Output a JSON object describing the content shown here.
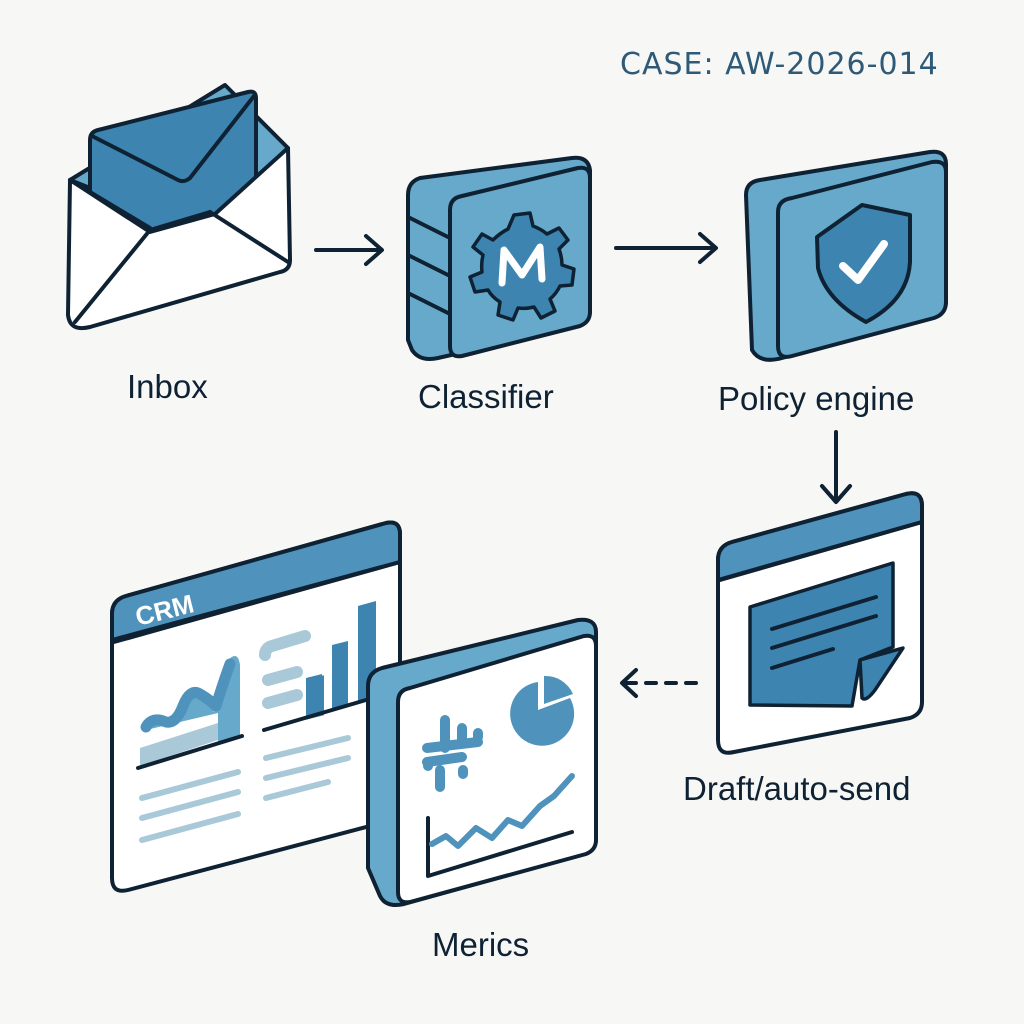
{
  "case_id": "CASE: AW-2026-014",
  "colors": {
    "outline": "#0f2233",
    "blue_dark": "#3d84b0",
    "blue_mid": "#4f93bd",
    "blue_light": "#67a9cb",
    "blue_pale": "#a9c8d8",
    "white": "#ffffff",
    "background": "#f7f7f6"
  },
  "nodes": {
    "inbox": {
      "label": "Inbox",
      "icon": "envelope-icon"
    },
    "classifier": {
      "label": "Classifier",
      "icon": "gear-icon",
      "glyph": "M"
    },
    "policy_engine": {
      "label": "Policy engine",
      "icon": "shield-check-icon"
    },
    "draft": {
      "label": "Draft/auto-send",
      "icon": "draft-message-icon"
    },
    "crm": {
      "label": "CRM",
      "icon": "crm-dashboard-icon"
    },
    "metrics": {
      "label": "Merics",
      "icon": "metrics-panel-icon"
    }
  },
  "edges": [
    {
      "from": "inbox",
      "to": "classifier",
      "style": "solid"
    },
    {
      "from": "classifier",
      "to": "policy_engine",
      "style": "solid"
    },
    {
      "from": "policy_engine",
      "to": "draft",
      "style": "solid"
    },
    {
      "from": "draft",
      "to": "metrics",
      "style": "dashed"
    }
  ]
}
